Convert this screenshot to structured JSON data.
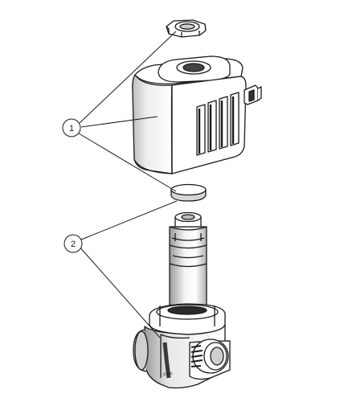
{
  "callouts": [
    {
      "id": "1",
      "label": "1"
    },
    {
      "id": "2",
      "label": "2"
    }
  ],
  "body_marking": "XXX",
  "colors": {
    "line": "#1a1a1a",
    "fill": "#ffffff",
    "shade": "#d9d9d9",
    "dark": "#3a3a3a"
  }
}
